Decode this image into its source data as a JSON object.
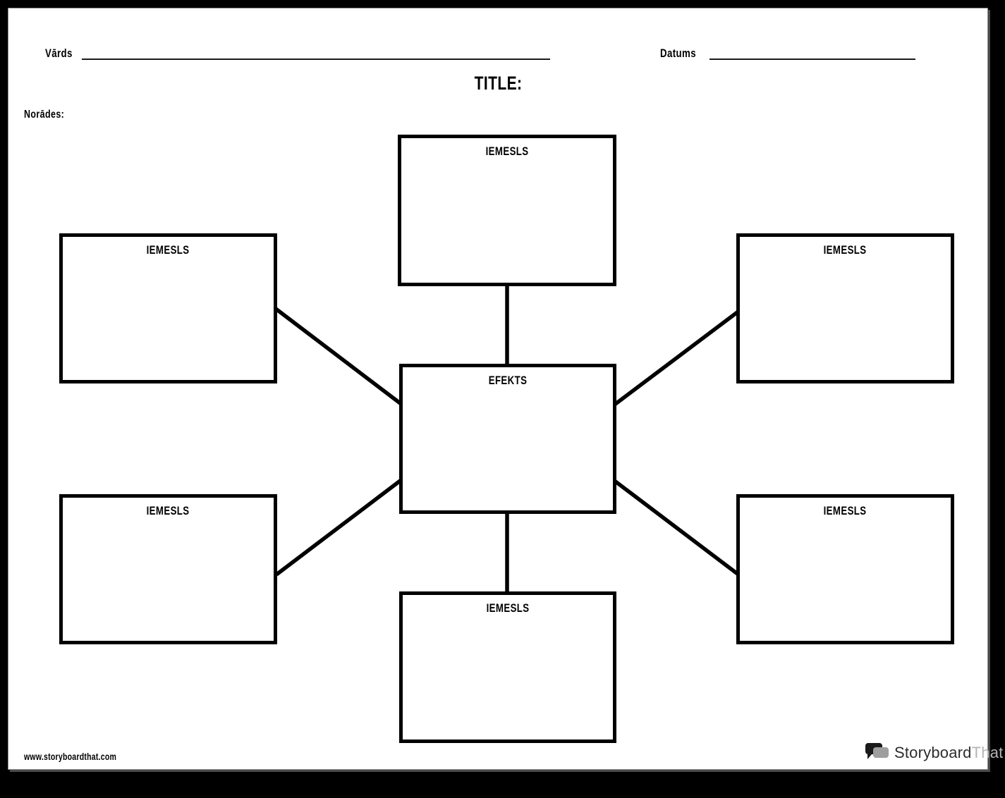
{
  "header": {
    "name_label": "Vārds",
    "date_label": "Datums",
    "title": "TITLE:",
    "directions_label": "Norādes:"
  },
  "diagram": {
    "type": "spider-map-cause-effect",
    "center": {
      "label": "EFEKTS"
    },
    "causes": [
      {
        "id": "top",
        "label": "IEMESLS"
      },
      {
        "id": "left-top",
        "label": "IEMESLS"
      },
      {
        "id": "right-top",
        "label": "IEMESLS"
      },
      {
        "id": "left-bottom",
        "label": "IEMESLS"
      },
      {
        "id": "right-bottom",
        "label": "IEMESLS"
      },
      {
        "id": "bottom",
        "label": "IEMESLS"
      }
    ]
  },
  "footer": {
    "url": "www.storyboardthat.com",
    "logo_primary": "Storyboard",
    "logo_secondary": "That"
  },
  "icons": {
    "logo_icon": "speech-bubbles-icon"
  },
  "colors": {
    "line": "#000000",
    "page_bg": "#ffffff",
    "frame_bg": "#000000",
    "logo_bubble_black": "#1a1a1a",
    "logo_bubble_gray": "#9e9e9e",
    "logo_text_dark": "#2d2d2d",
    "logo_text_light": "#b5b5b5"
  }
}
